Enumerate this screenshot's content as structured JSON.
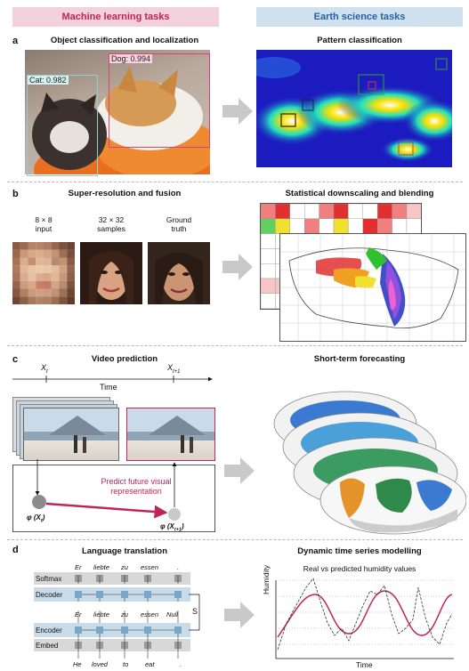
{
  "headers": {
    "ml": "Machine learning tasks",
    "es": "Earth science tasks"
  },
  "panel_a": {
    "letter": "a",
    "ml_title": "Object classification and localization",
    "es_title": "Pattern classification",
    "dog_box": "Dog: 0.994",
    "cat_box": "Cat: 0.982"
  },
  "panel_b": {
    "letter": "b",
    "ml_title": "Super-resolution and fusion",
    "es_title": "Statistical downscaling and blending",
    "col1": [
      "8 × 8",
      "input"
    ],
    "col2": [
      "32 × 32",
      "samples"
    ],
    "col3": [
      "Ground",
      "truth"
    ]
  },
  "panel_c": {
    "letter": "c",
    "ml_title": "Video prediction",
    "es_title": "Short-term forecasting",
    "xt": "X",
    "xt_sub": "t",
    "xt1": "X",
    "xt1_sub": "t+1",
    "time": "Time",
    "predict": [
      "Predict future visual",
      "representation"
    ],
    "phi_t": "φ (X",
    "phi_t_sub": "t",
    "phi_t1": "φ (X",
    "phi_t1_sub": "t+1"
  },
  "panel_d": {
    "letter": "d",
    "ml_title": "Language translation",
    "es_title": "Dynamic time series modelling",
    "chart_title": "Real vs predicted humidity values",
    "ylabel": "Humidity",
    "xlabel": "Time",
    "rows": {
      "softmax": "Softmax",
      "decoder": "Decoder",
      "encoder": "Encoder",
      "embed": "Embed"
    },
    "out_words": [
      "Er",
      "liebte",
      "zu",
      "essen",
      "."
    ],
    "dec_words": [
      "Er",
      "liebte",
      "zu",
      "essen",
      "Null"
    ],
    "in_words": [
      "He",
      "loved",
      "to",
      "eat",
      "."
    ],
    "s_label": "S"
  },
  "colors": {
    "accent": "#c0245a",
    "blue": "#2a5fa0",
    "pink_bg": "#f2d0dc",
    "blue_bg": "#cfe0ee"
  }
}
